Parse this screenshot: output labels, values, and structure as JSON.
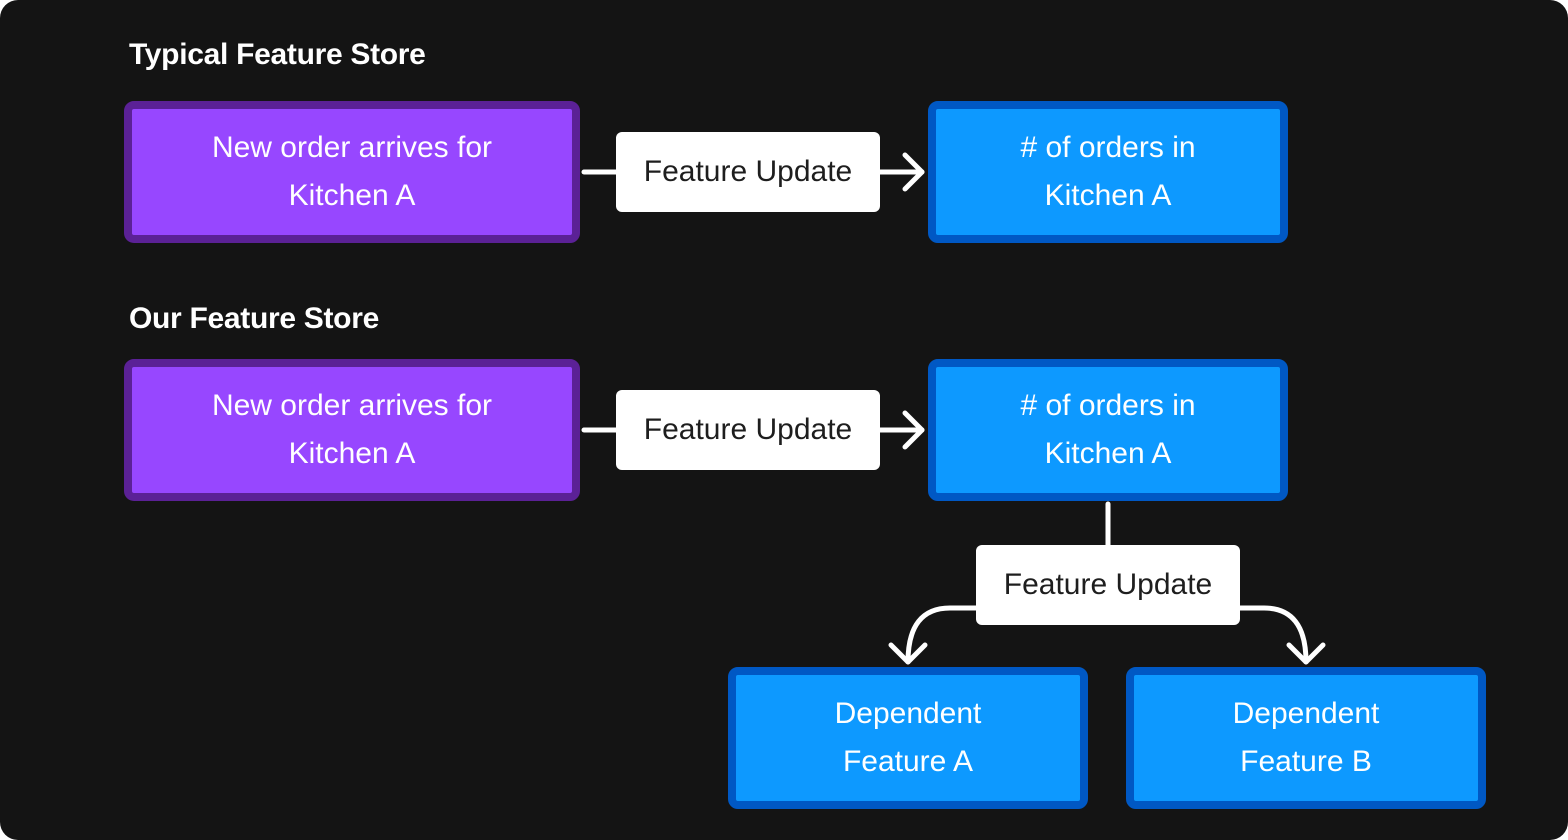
{
  "sections": {
    "typical": {
      "title": "Typical Feature Store",
      "event": {
        "line1": "New order arrives for",
        "line2": "Kitchen A"
      },
      "edge_label": "Feature Update",
      "feature": {
        "line1": "# of orders in",
        "line2": "Kitchen A"
      }
    },
    "ours": {
      "title": "Our Feature Store",
      "event": {
        "line1": "New order arrives for",
        "line2": "Kitchen A"
      },
      "edge_label": "Feature Update",
      "feature": {
        "line1": "# of orders in",
        "line2": "Kitchen A"
      },
      "fanout_label": "Feature Update",
      "dependent_a": {
        "line1": "Dependent",
        "line2": "Feature A"
      },
      "dependent_b": {
        "line1": "Dependent",
        "line2": "Feature B"
      }
    }
  },
  "colors": {
    "background": "#141414",
    "event_fill": "#9747ff",
    "event_border": "#5b2196",
    "feature_fill": "#0d99ff",
    "feature_border": "#0058c4",
    "label_fill": "#ffffff",
    "connector": "#ffffff"
  }
}
